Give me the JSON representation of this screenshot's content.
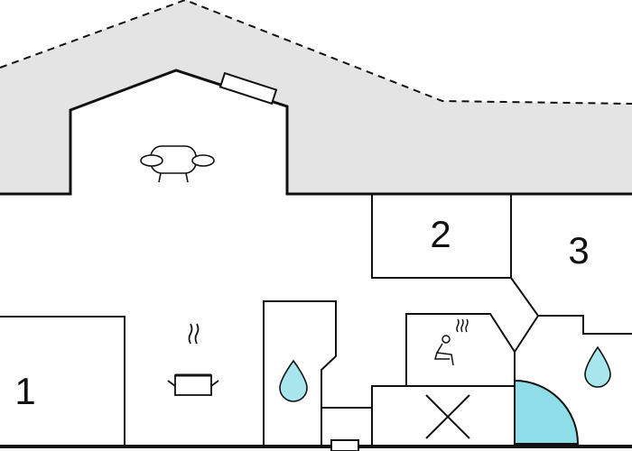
{
  "floorplan": {
    "rooms": [
      {
        "key": "room-1",
        "label": "1"
      },
      {
        "key": "room-2",
        "label": "2"
      },
      {
        "key": "room-3",
        "label": "3"
      }
    ],
    "symbols": [
      "sofa-icon",
      "cooking-pot-icon",
      "sauna-icon",
      "water-drop-icon",
      "water-drop-icon",
      "shower-icon",
      "window-icon"
    ],
    "colors": {
      "wall": "#111111",
      "roof_fill": "#e4e4e4",
      "water": "#a8e6ee",
      "shower": "#8fdde8"
    }
  }
}
